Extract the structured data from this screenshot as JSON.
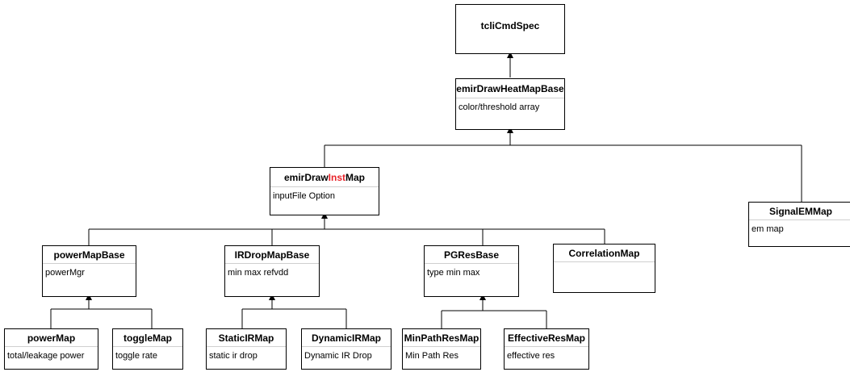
{
  "classes": {
    "tcli": {
      "name": "tcliCmdSpec"
    },
    "heatmap": {
      "name": "emirDrawHeatMapBase",
      "attr": "color/threshold array"
    },
    "inst": {
      "name_pre": "emirDraw",
      "name_accent": "Inst",
      "name_post": "Map",
      "attr": "inputFile Option"
    },
    "signalem": {
      "name": "SignalEMMap",
      "attr": "em map"
    },
    "powermapbase": {
      "name": "powerMapBase",
      "attr": "powerMgr"
    },
    "irdrop": {
      "name": "IRDropMapBase",
      "attr": "min max refvdd"
    },
    "pgres": {
      "name": "PGResBase",
      "attr": "type min max"
    },
    "correlation": {
      "name": "CorrelationMap",
      "attr": ""
    },
    "powermap": {
      "name": "powerMap",
      "attr": "total/leakage power"
    },
    "togglemap": {
      "name": "toggleMap",
      "attr": "toggle rate"
    },
    "staticir": {
      "name": "StaticIRMap",
      "attr": "static ir drop"
    },
    "dynamicir": {
      "name": "DynamicIRMap",
      "attr": "Dynamic IR Drop"
    },
    "minpath": {
      "name": "MinPathResMap",
      "attr": "Min Path Res"
    },
    "effective": {
      "name": "EffectiveResMap",
      "attr": "effective res"
    }
  },
  "colors": {
    "line": "#000000",
    "accent": "#e8232a",
    "divider": "#cfcfcf"
  }
}
